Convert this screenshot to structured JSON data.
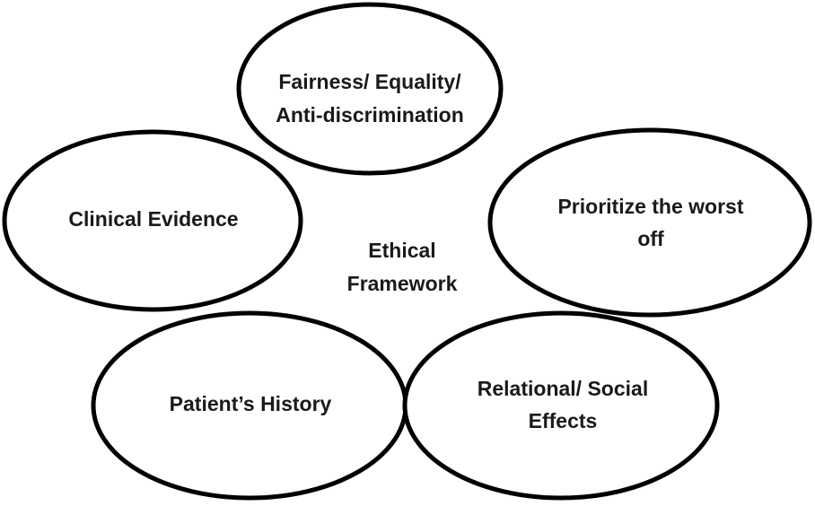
{
  "diagram": {
    "center": {
      "lines": [
        "Ethical",
        "Framework"
      ]
    },
    "nodes": [
      {
        "id": "fairness",
        "lines": [
          "Fairness/ Equality/",
          "Anti-discrimination"
        ]
      },
      {
        "id": "clinical",
        "lines": [
          "Clinical Evidence"
        ]
      },
      {
        "id": "prioritize",
        "lines": [
          "Prioritize the worst",
          "off"
        ]
      },
      {
        "id": "history",
        "lines": [
          "Patient’s History"
        ]
      },
      {
        "id": "relational",
        "lines": [
          "Relational/ Social",
          "Effects"
        ]
      }
    ],
    "colors": {
      "stroke": "#000000",
      "fill": "#ffffff",
      "text": "#1a1a1a"
    }
  }
}
